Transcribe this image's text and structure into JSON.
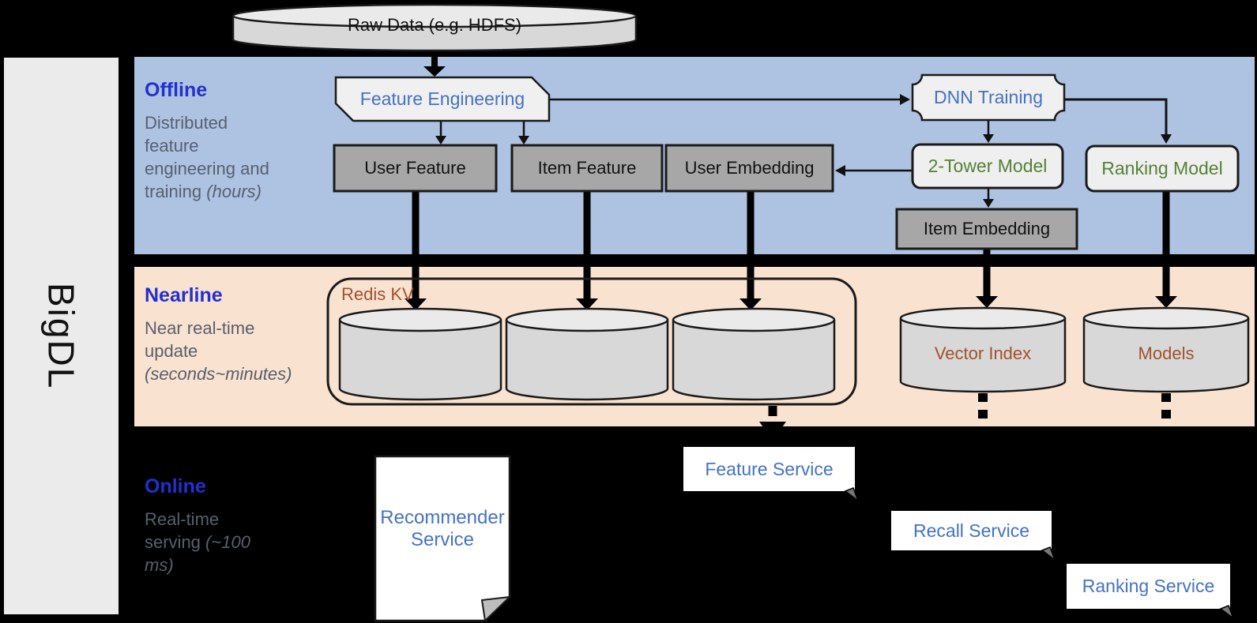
{
  "brand": "BigDL",
  "nodes": {
    "raw_data": "Raw Data (e.g. HDFS)",
    "feature_engineering": "Feature Engineering",
    "dnn_training": "DNN Training",
    "user_feature": "User Feature",
    "item_feature": "Item Feature",
    "user_embedding": "User Embedding",
    "two_tower_model": "2-Tower Model",
    "ranking_model": "Ranking Model",
    "item_embedding": "Item Embedding",
    "redis_kv": "Redis KV",
    "vector_index": "Vector Index",
    "models": "Models",
    "recommender_service": "Recommender Service",
    "feature_service": "Feature Service",
    "recall_service": "Recall Service",
    "ranking_service": "Ranking Service"
  },
  "sections": {
    "offline": {
      "title": "Offline",
      "subtitle": "Distributed feature engineering and training",
      "subtitle_note": "(hours)"
    },
    "nearline": {
      "title": "Nearline",
      "subtitle": "Near real-time update",
      "subtitle_note": "(seconds~minutes)"
    },
    "online": {
      "title": "Online",
      "subtitle": "Real-time serving",
      "subtitle_note": "(~100 ms)"
    }
  },
  "colors": {
    "background": "#000000",
    "sidebar_fill": "#ebebeb",
    "offline_band": "#aec2e2",
    "nearline_band": "#f9e2cf",
    "section_title": "#2130d0",
    "subtitle_text": "#57606e",
    "node_blue_text": "#4472c4",
    "node_green_text": "#548235",
    "storage_brown_text": "#a3512a",
    "gray_node_fill": "#a7a7a7",
    "light_node_fill": "#f0f0f0",
    "cylinder_fill": "#d8d8d8"
  }
}
